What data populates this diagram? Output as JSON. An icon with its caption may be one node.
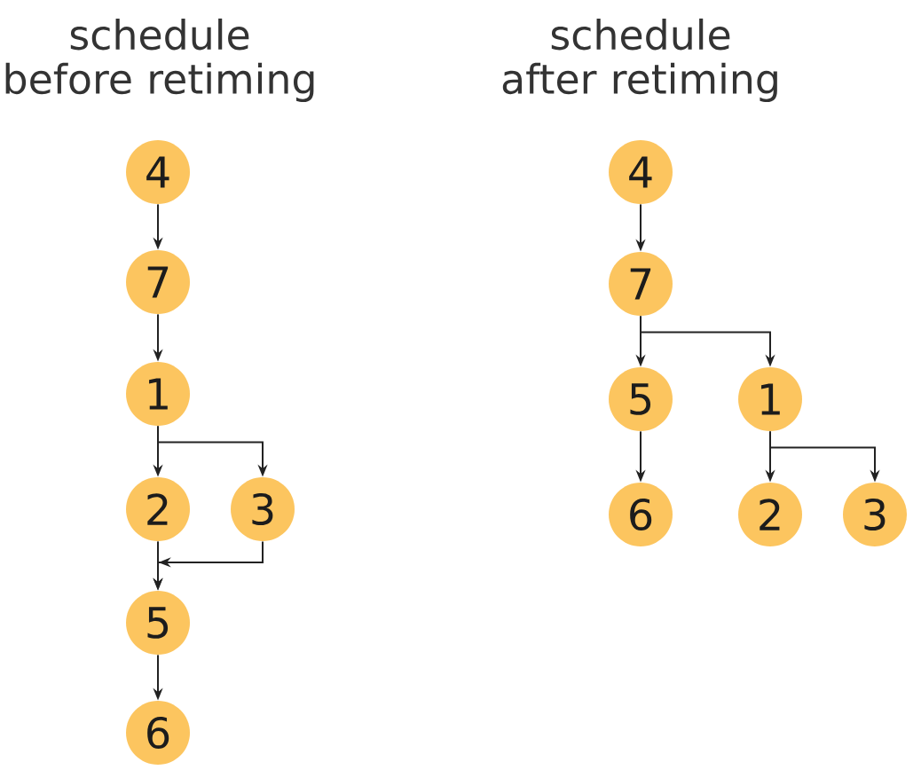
{
  "diagram": {
    "nodes": [
      {
        "text": [
          "4"
        ]
      },
      {
        "text": [
          "7"
        ]
      },
      {
        "text": [
          "1"
        ]
      },
      {
        "text": [
          "2"
        ]
      },
      {
        "text": [
          "3"
        ]
      },
      {
        "text": [
          "5"
        ]
      },
      {
        "text": [
          "6"
        ]
      },
      {
        "text": [
          "4"
        ]
      },
      {
        "text": [
          "7"
        ]
      },
      {
        "text": [
          "5"
        ]
      },
      {
        "text": [
          "1"
        ]
      },
      {
        "text": [
          "6"
        ]
      },
      {
        "text": [
          "2"
        ]
      },
      {
        "text": [
          "3"
        ]
      }
    ],
    "edges": [
      {
        "from": 0,
        "to": 1,
        "arrow": "to"
      },
      {
        "from": 1,
        "to": 2,
        "arrow": "to"
      },
      {
        "from": 2,
        "to": 3,
        "arrow": "to"
      },
      {
        "from": 2,
        "to": 4,
        "arrow": "to"
      },
      {
        "from": 3,
        "to": 5,
        "arrow": "to"
      },
      {
        "from": 4,
        "to": 5,
        "arrow": "to"
      },
      {
        "from": 5,
        "to": 6,
        "arrow": "to"
      },
      {
        "from": 7,
        "to": 8,
        "arrow": "to"
      },
      {
        "from": 8,
        "to": 9,
        "arrow": "to"
      },
      {
        "from": 8,
        "to": 10,
        "arrow": "to"
      },
      {
        "from": 9,
        "to": 11,
        "arrow": "to"
      },
      {
        "from": 10,
        "to": 12,
        "arrow": "to"
      },
      {
        "from": 10,
        "to": 13,
        "arrow": "to"
      }
    ],
    "labels": [
      "schedule before retiming",
      "schedule after retiming"
    ]
  }
}
